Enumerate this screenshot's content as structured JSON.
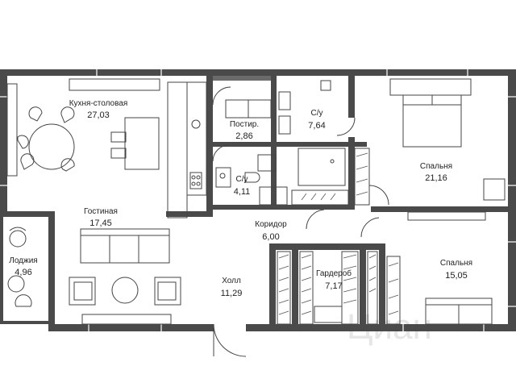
{
  "plan": {
    "rooms": [
      {
        "id": "kitchen",
        "name": "Кухня-столовая",
        "area": "27,03"
      },
      {
        "id": "laundry",
        "name": "Постир.",
        "area": "2,86"
      },
      {
        "id": "bath1",
        "name": "С/у",
        "area": "7,64"
      },
      {
        "id": "bed1",
        "name": "Спальня",
        "area": "21,16"
      },
      {
        "id": "wc2",
        "name": "С/у",
        "area": "4,11"
      },
      {
        "id": "living",
        "name": "Гостиная",
        "area": "17,45"
      },
      {
        "id": "corridor",
        "name": "Коридор",
        "area": "6,00"
      },
      {
        "id": "loggia",
        "name": "Лоджия",
        "area": "4,96"
      },
      {
        "id": "wardrobe",
        "name": "Гардероб",
        "area": "7,17"
      },
      {
        "id": "bed2",
        "name": "Спальня",
        "area": "15,05"
      },
      {
        "id": "hall",
        "name": "Холл",
        "area": "11,29"
      }
    ],
    "watermark": "Циан",
    "colors": {
      "wall": "#4a4a4a",
      "line": "#555555",
      "furniture": "#444444",
      "fill": "#ffffff"
    }
  }
}
